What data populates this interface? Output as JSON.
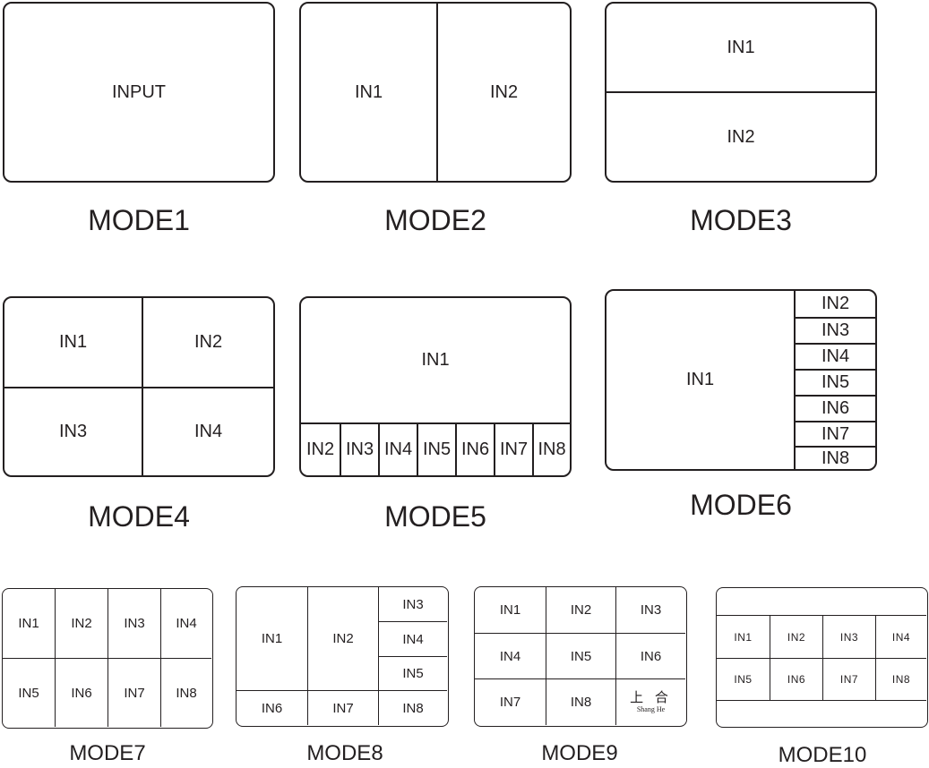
{
  "modes": {
    "mode1": {
      "caption": "MODE1",
      "cells": [
        "INPUT"
      ]
    },
    "mode2": {
      "caption": "MODE2",
      "cells": [
        "IN1",
        "IN2"
      ]
    },
    "mode3": {
      "caption": "MODE3",
      "cells": [
        "IN1",
        "IN2"
      ]
    },
    "mode4": {
      "caption": "MODE4",
      "cells": [
        "IN1",
        "IN2",
        "IN3",
        "IN4"
      ]
    },
    "mode5": {
      "caption": "MODE5",
      "cells": [
        "IN1",
        "IN2",
        "IN3",
        "IN4",
        "IN5",
        "IN6",
        "IN7",
        "IN8"
      ]
    },
    "mode6": {
      "caption": "MODE6",
      "cells": [
        "IN1",
        "IN2",
        "IN3",
        "IN4",
        "IN5",
        "IN6",
        "IN7",
        "IN8"
      ]
    },
    "mode7": {
      "caption": "MODE7",
      "cells": [
        "IN1",
        "IN2",
        "IN3",
        "IN4",
        "IN5",
        "IN6",
        "IN7",
        "IN8"
      ]
    },
    "mode8": {
      "caption": "MODE8",
      "cells": [
        "IN1",
        "IN2",
        "IN3",
        "IN4",
        "IN5",
        "IN6",
        "IN7",
        "IN8"
      ]
    },
    "mode9": {
      "caption": "MODE9",
      "cells": [
        "IN1",
        "IN2",
        "IN3",
        "IN4",
        "IN5",
        "IN6",
        "IN7",
        "IN8"
      ],
      "logo": {
        "chinese": "上 合",
        "english": "Shang He"
      }
    },
    "mode10": {
      "caption": "MODE10",
      "cells": [
        "IN1",
        "IN2",
        "IN3",
        "IN4",
        "IN5",
        "IN6",
        "IN7",
        "IN8"
      ]
    }
  }
}
